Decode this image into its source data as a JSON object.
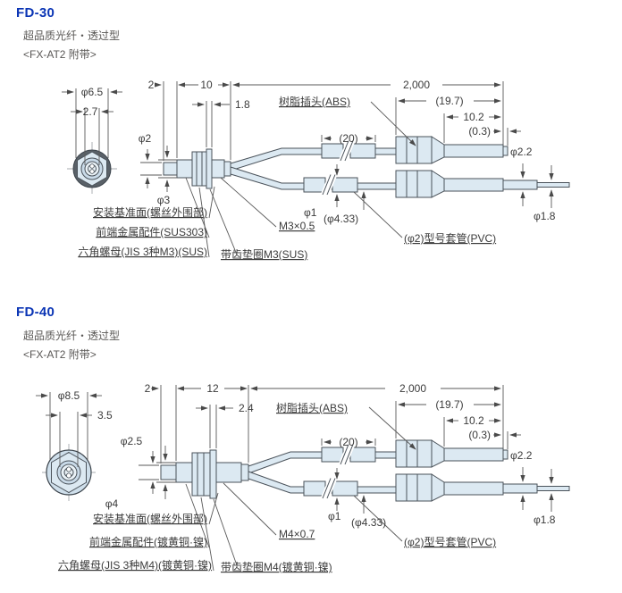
{
  "page": {
    "background": "#ffffff",
    "accent_blue": "#0b35b5",
    "part_fill": "#dce9f2",
    "part_stroke": "#4a525a",
    "dim_color": "#5a5a5a"
  },
  "sections": [
    {
      "model": "FD-30",
      "type_desc": "超品质光纤・透过型",
      "accessory": "<FX-AT2 附带>",
      "dims": {
        "tip_len": "2",
        "thread_len": "10",
        "cable_len": "2,000",
        "plug_len": "(19.7)",
        "barrel_len": "10.2",
        "tip_protrusion": "(0.3)",
        "washer_thk": "1.8",
        "head_dia": "φ6.5",
        "head_flat": "2.7",
        "tip_dia": "φ2",
        "thread_dia": "φ3",
        "tube_len": "(20)",
        "sleeve_dia": "φ2.2",
        "fiber_dia": "φ1.8",
        "core_dia": "φ1",
        "bundle_dia": "(φ4.33)",
        "thread_spec": "M3×0.5"
      },
      "labels": {
        "plug": "树脂插头(ABS)",
        "mounting": "安装基准面(螺丝外围部)",
        "front_metal": "前端金属配件(SUS303)",
        "hex_nut": "六角螺母(JIS 3种M3)(SUS)",
        "washer": "带齿垫圈M3(SUS)",
        "tube": "(φ2)型号套管(PVC)"
      }
    },
    {
      "model": "FD-40",
      "type_desc": "超品质光纤・透过型",
      "accessory": "<FX-AT2 附带>",
      "dims": {
        "tip_len": "2",
        "thread_len": "12",
        "cable_len": "2,000",
        "plug_len": "(19.7)",
        "barrel_len": "10.2",
        "tip_protrusion": "(0.3)",
        "washer_thk": "2.4",
        "head_dia": "φ8.5",
        "head_flat": "3.5",
        "tip_dia": "φ2.5",
        "thread_dia": "φ4",
        "tube_len": "(20)",
        "sleeve_dia": "φ2.2",
        "fiber_dia": "φ1.8",
        "core_dia": "φ1",
        "bundle_dia": "(φ4.33)",
        "thread_spec": "M4×0.7"
      },
      "labels": {
        "plug": "树脂插头(ABS)",
        "mounting": "安装基准面(螺丝外围部)",
        "front_metal": "前端金属配件(镀黄铜·镍)",
        "hex_nut": "六角螺母(JIS 3种M4)(镀黄铜·镍)",
        "washer": "带齿垫圈M4(镀黄铜·镍)",
        "tube": "(φ2)型号套管(PVC)"
      }
    }
  ]
}
